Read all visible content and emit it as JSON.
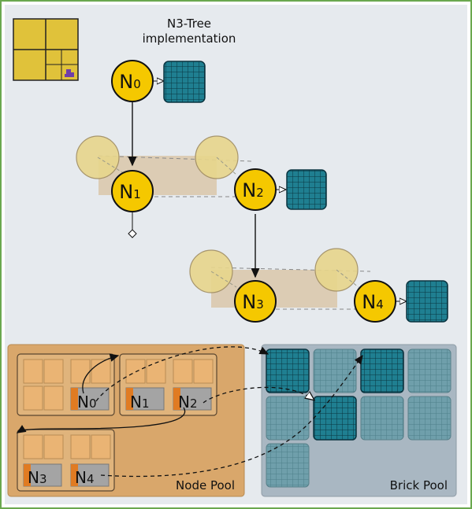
{
  "title_line1": "N3-Tree",
  "title_line2": "implementation",
  "tree_nodes": [
    {
      "main": "N",
      "sub": "0"
    },
    {
      "main": "N",
      "sub": "1"
    },
    {
      "main": "N",
      "sub": "2"
    },
    {
      "main": "N",
      "sub": "3"
    },
    {
      "main": "N",
      "sub": "4"
    }
  ],
  "pool_nodes": [
    {
      "main": "N",
      "sub": "0"
    },
    {
      "main": "N",
      "sub": "1"
    },
    {
      "main": "N",
      "sub": "2"
    },
    {
      "main": "N",
      "sub": "3"
    },
    {
      "main": "N",
      "sub": "4"
    }
  ],
  "node_pool_label": "Node Pool",
  "brick_pool_label": "Brick Pool",
  "colors": {
    "node_fill": "#f5c800",
    "brick_fill": "#1f7a8c",
    "node_pool_bg": "#d9a76b",
    "brick_pool_bg": "#a9b7c2",
    "panel_bg": "#e5eaef",
    "frame": "#6aa84f"
  }
}
